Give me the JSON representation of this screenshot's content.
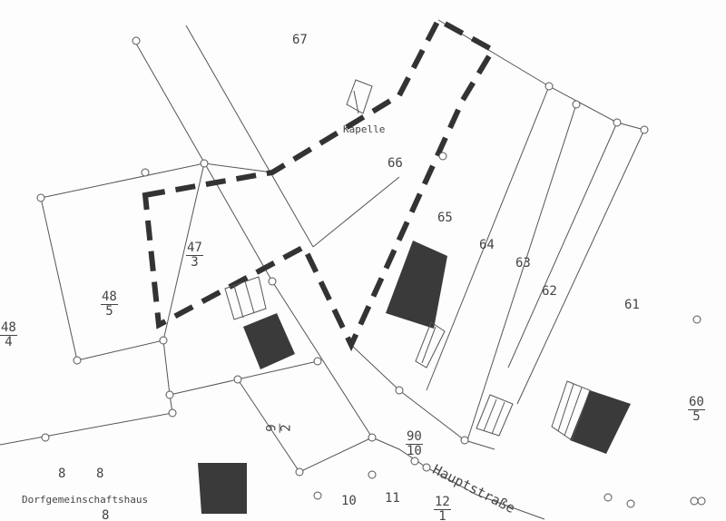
{
  "map": {
    "title": "Flurkarte",
    "colors": {
      "line": "#555555",
      "boundary": "#333333",
      "building": "#3a3a3a"
    },
    "parcels": [
      "67",
      "66",
      "65",
      "64",
      "63",
      "62",
      "61"
    ],
    "fractions": [
      {
        "num": "47",
        "den": "3"
      },
      {
        "num": "48",
        "den": "5"
      },
      {
        "num": "48",
        "den": "4"
      },
      {
        "num": "60",
        "den": "5"
      },
      {
        "num": "90",
        "den": "10"
      },
      {
        "num": "12",
        "den": "1"
      },
      {
        "num": "9",
        "den": "2"
      }
    ],
    "house_numbers": [
      "8",
      "8",
      "8",
      "10",
      "11"
    ],
    "places": {
      "chapel": "Kapelle",
      "community_house": "Dorfgemeinschaftshaus",
      "street": "Hauptstraße"
    }
  }
}
